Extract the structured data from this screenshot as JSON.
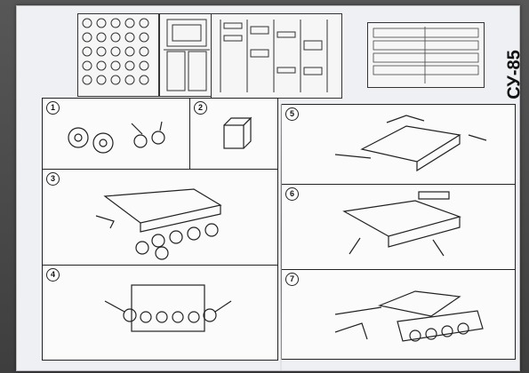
{
  "model_title": "СУ-85",
  "steps": [
    {
      "label": "1"
    },
    {
      "label": "2"
    },
    {
      "label": "3"
    },
    {
      "label": "4"
    },
    {
      "label": "5"
    },
    {
      "label": "6"
    },
    {
      "label": "7"
    }
  ]
}
